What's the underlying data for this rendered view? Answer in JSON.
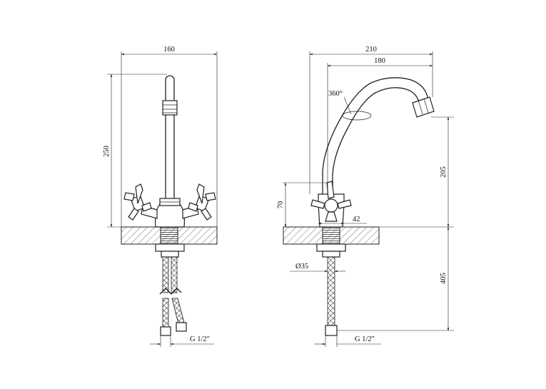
{
  "dimensions": {
    "front_width": "160",
    "front_height": "250",
    "side_width": "210",
    "side_reach": "180",
    "swivel": "360°",
    "side_spout_height": "205",
    "side_handle_height": "70",
    "side_body": "42",
    "pipe_diameter": "Ø35",
    "hose_length": "405",
    "front_thread": "G 1/2\"",
    "side_thread": "G 1/2\""
  }
}
